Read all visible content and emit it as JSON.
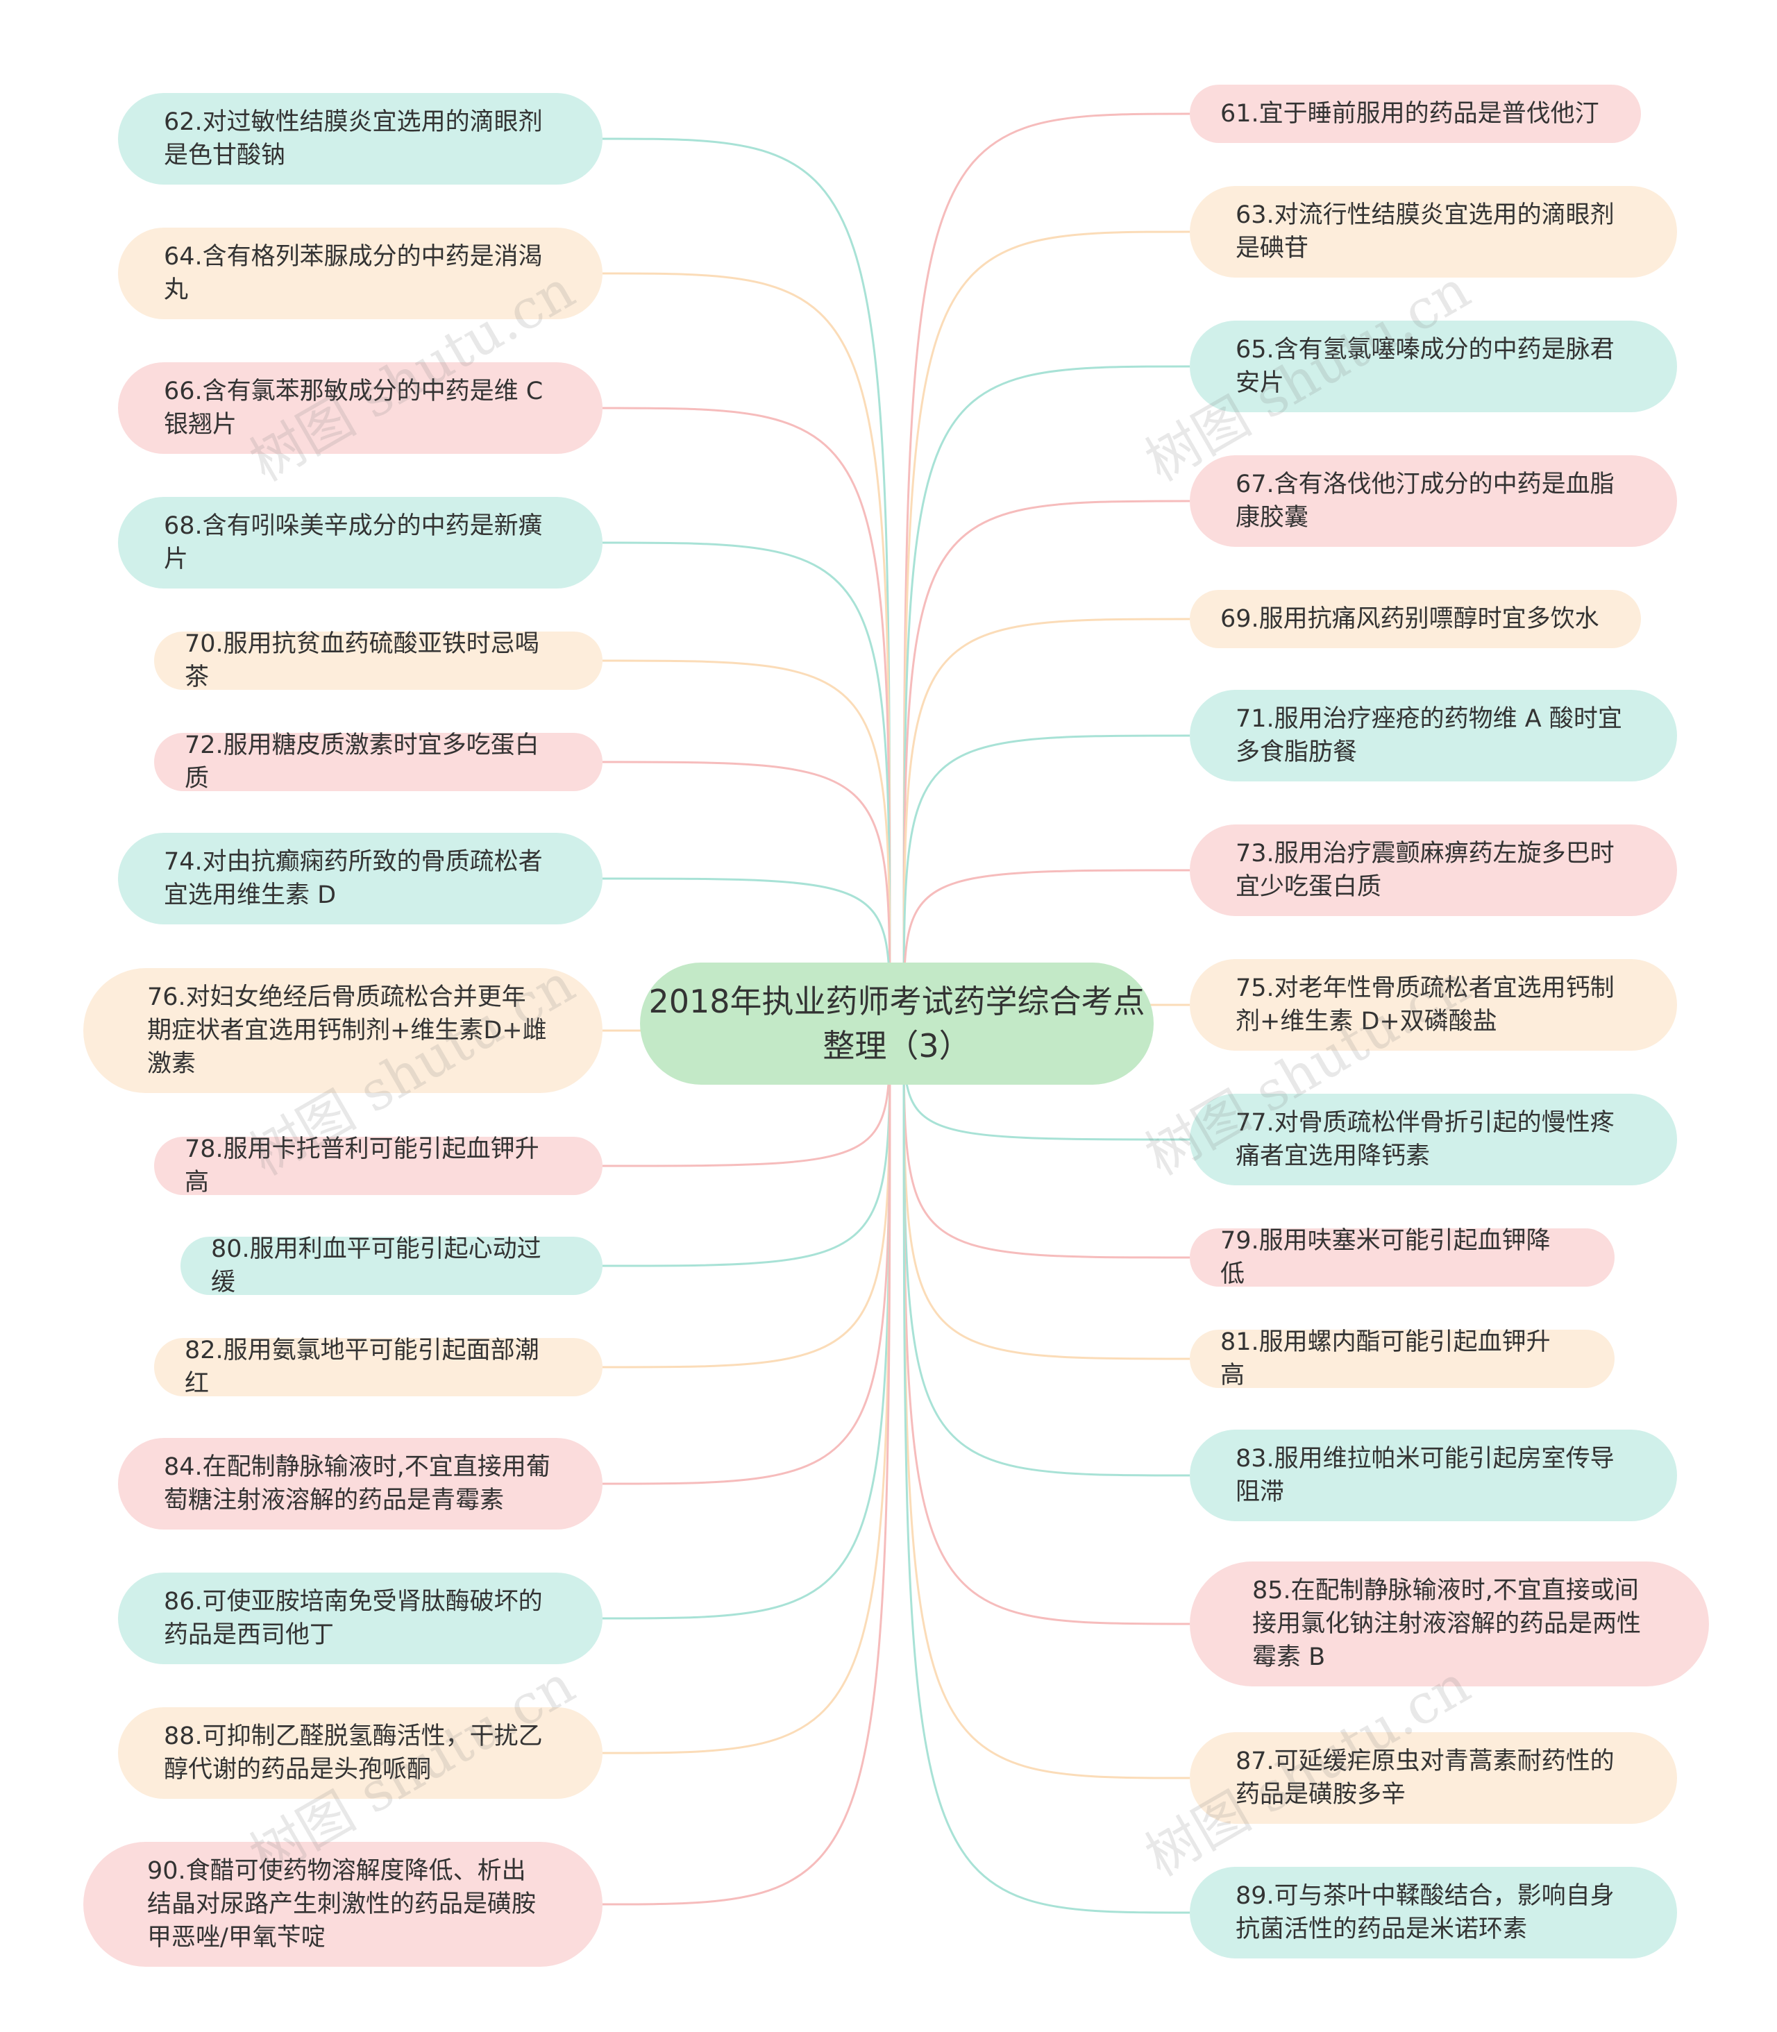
{
  "root": {
    "title": "2018年执业药师考试药学综合考点整理（3）"
  },
  "left": [
    "62.对过敏性结膜炎宜选用的滴眼剂是色甘酸钠",
    "64.含有格列苯脲成分的中药是消渴丸",
    "66.含有氯苯那敏成分的中药是维 C 银翘片",
    "68.含有吲哚美辛成分的中药是新癀片",
    "70.服用抗贫血药硫酸亚铁时忌喝茶",
    "72.服用糖皮质激素时宜多吃蛋白质",
    "74.对由抗癫痫药所致的骨质疏松者宜选用维生素 D",
    "76.对妇女绝经后骨质疏松合并更年期症状者宜选用钙制剂+维生素D+雌激素",
    "78.服用卡托普利可能引起血钾升高",
    "80.服用利血平可能引起心动过缓",
    "82.服用氨氯地平可能引起面部潮红",
    "84.在配制静脉输液时,不宜直接用葡萄糖注射液溶解的药品是青霉素",
    "86.可使亚胺培南免受肾肽酶破坏的药品是西司他丁",
    "88.可抑制乙醛脱氢酶活性，干扰乙醇代谢的药品是头孢哌酮",
    "90.食醋可使药物溶解度降低、析出结晶对尿路产生刺激性的药品是磺胺甲恶唑/甲氧苄啶"
  ],
  "right": [
    "61.宜于睡前服用的药品是普伐他汀",
    "63.对流行性结膜炎宜选用的滴眼剂是碘苷",
    "65.含有氢氯噻嗪成分的中药是脉君安片",
    "67.含有洛伐他汀成分的中药是血脂康胶囊",
    "69.服用抗痛风药别嘌醇时宜多饮水",
    "71.服用治疗痤疮的药物维 A 酸时宜多食脂肪餐",
    "73.服用治疗震颤麻痹药左旋多巴时宜少吃蛋白质",
    "75.对老年性骨质疏松者宜选用钙制剂+维生素 D+双磷酸盐",
    "77.对骨质疏松伴骨折引起的慢性疼痛者宜选用降钙素",
    "79.服用呋塞米可能引起血钾降低",
    "81.服用螺内酯可能引起血钾升高",
    "83.服用维拉帕米可能引起房室传导阻滞",
    "85.在配制静脉输液时,不宜直接或间接用氯化钠注射液溶解的药品是两性霉素 B",
    "87.可延缓疟原虫对青蒿素耐药性的药品是磺胺多辛",
    "89.可与茶叶中鞣酸结合，影响自身抗菌活性的药品是米诺环素"
  ],
  "colors": {
    "teal": "#d0f0ea",
    "peach": "#fdeddb",
    "pink": "#fbdcdc",
    "root": "#c3e9c7",
    "teal_line": "#a8e2d6",
    "peach_line": "#fbdcb8",
    "pink_line": "#f6bcbc"
  },
  "watermark": "树图 shutu.cn"
}
